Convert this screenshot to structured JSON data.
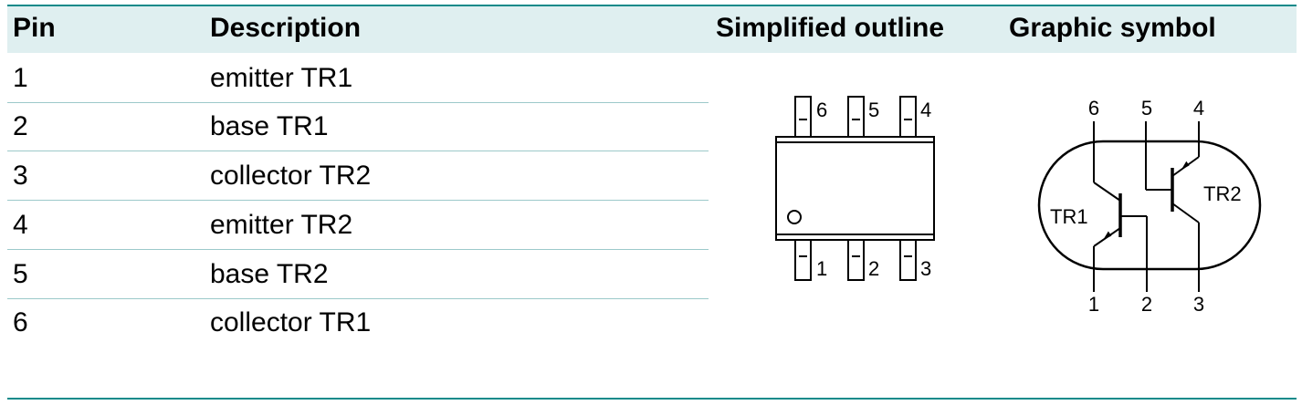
{
  "headers": {
    "pin": "Pin",
    "description": "Description",
    "outline": "Simplified outline",
    "symbol": "Graphic symbol"
  },
  "rows": [
    {
      "pin": "1",
      "description": "emitter TR1"
    },
    {
      "pin": "2",
      "description": "base TR1"
    },
    {
      "pin": "3",
      "description": "collector TR2"
    },
    {
      "pin": "4",
      "description": "emitter TR2"
    },
    {
      "pin": "5",
      "description": "base TR2"
    },
    {
      "pin": "6",
      "description": "collector TR1"
    }
  ],
  "outline": {
    "top_pins": [
      "6",
      "5",
      "4"
    ],
    "bottom_pins": [
      "1",
      "2",
      "3"
    ]
  },
  "symbol": {
    "top_pins": [
      "6",
      "5",
      "4"
    ],
    "bottom_pins": [
      "1",
      "2",
      "3"
    ],
    "tr1_label": "TR1",
    "tr2_label": "TR2"
  },
  "colors": {
    "rule": "#0e8a8a",
    "header_band": "#dfeff0",
    "row_separator": "#9cc9ca"
  }
}
